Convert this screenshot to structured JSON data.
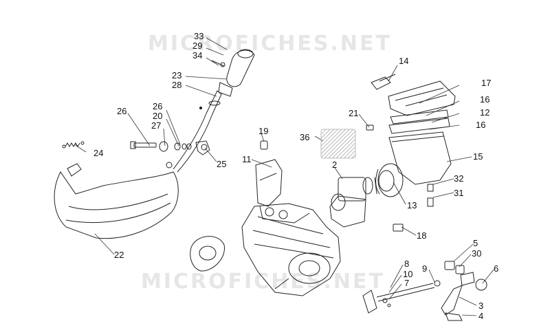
{
  "watermark": "MICROFICHES.NET",
  "callouts": [
    {
      "id": "33",
      "label": "33"
    },
    {
      "id": "29",
      "label": "29"
    },
    {
      "id": "34",
      "label": "34"
    },
    {
      "id": "23",
      "label": "23"
    },
    {
      "id": "28",
      "label": "28"
    },
    {
      "id": "14",
      "label": "14"
    },
    {
      "id": "17",
      "label": "17"
    },
    {
      "id": "16a",
      "label": "16"
    },
    {
      "id": "12",
      "label": "12"
    },
    {
      "id": "16b",
      "label": "16"
    },
    {
      "id": "21",
      "label": "21"
    },
    {
      "id": "26a",
      "label": "26"
    },
    {
      "id": "26b",
      "label": "26"
    },
    {
      "id": "20",
      "label": "20"
    },
    {
      "id": "27",
      "label": "27"
    },
    {
      "id": "19",
      "label": "19"
    },
    {
      "id": "36",
      "label": "36"
    },
    {
      "id": "24",
      "label": "24"
    },
    {
      "id": "11",
      "label": "11"
    },
    {
      "id": "25",
      "label": "25"
    },
    {
      "id": "2",
      "label": "2"
    },
    {
      "id": "15",
      "label": "15"
    },
    {
      "id": "32",
      "label": "32"
    },
    {
      "id": "31",
      "label": "31"
    },
    {
      "id": "13",
      "label": "13"
    },
    {
      "id": "18",
      "label": "18"
    },
    {
      "id": "22",
      "label": "22"
    },
    {
      "id": "5",
      "label": "5"
    },
    {
      "id": "30",
      "label": "30"
    },
    {
      "id": "8",
      "label": "8"
    },
    {
      "id": "9",
      "label": "9"
    },
    {
      "id": "6",
      "label": "6"
    },
    {
      "id": "10",
      "label": "10"
    },
    {
      "id": "7",
      "label": "7"
    },
    {
      "id": "3",
      "label": "3"
    },
    {
      "id": "4",
      "label": "4"
    }
  ]
}
